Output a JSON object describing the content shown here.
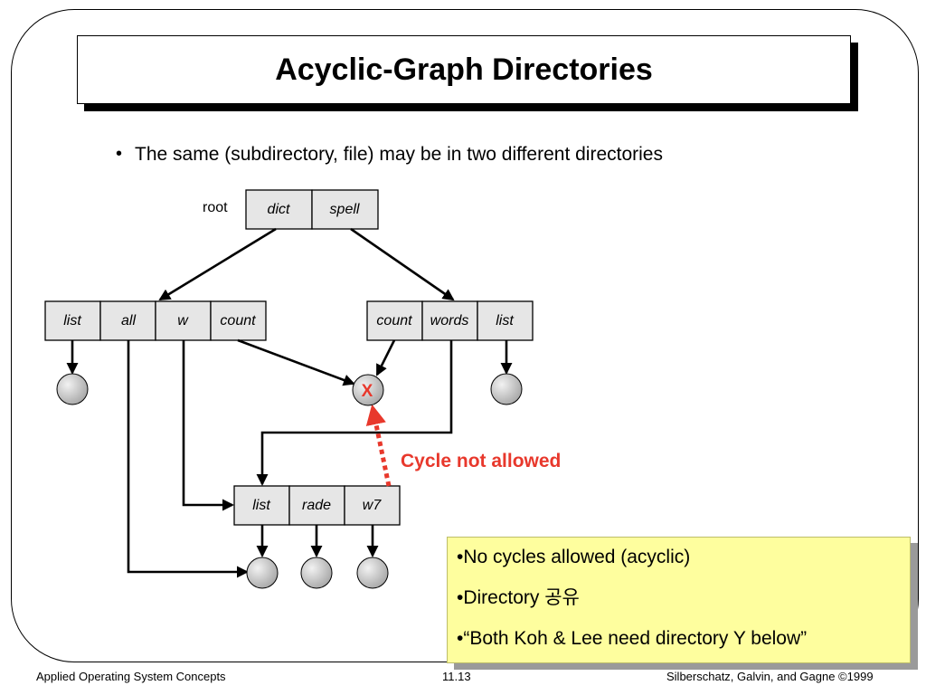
{
  "title": "Acyclic-Graph Directories",
  "bullet": "The same (subdirectory,  file) may be in two different directories",
  "diagram": {
    "root_label": "root",
    "root_cells": [
      "dict",
      "spell"
    ],
    "left_dir_cells": [
      "list",
      "all",
      "w",
      "count"
    ],
    "right_dir_cells": [
      "count",
      "words",
      "list"
    ],
    "bottom_dir_cells": [
      "list",
      "rade",
      "w7"
    ],
    "shared_node_mark": "X",
    "cycle_label": "Cycle not allowed",
    "colors": {
      "cell_fill": "#e6e6e6",
      "node_fill": "#c8c8c8",
      "cycle_red": "#e8382c"
    }
  },
  "note": {
    "items": [
      "•No cycles allowed (acyclic)",
      "•Directory 공유",
      "•“Both Koh & Lee  need directory Y below”"
    ],
    "background": "#fefe9e"
  },
  "footer": {
    "left": "Applied Operating System Concepts",
    "center": "11.13",
    "right": "Silberschatz, Galvin, and Gagne ©1999"
  }
}
